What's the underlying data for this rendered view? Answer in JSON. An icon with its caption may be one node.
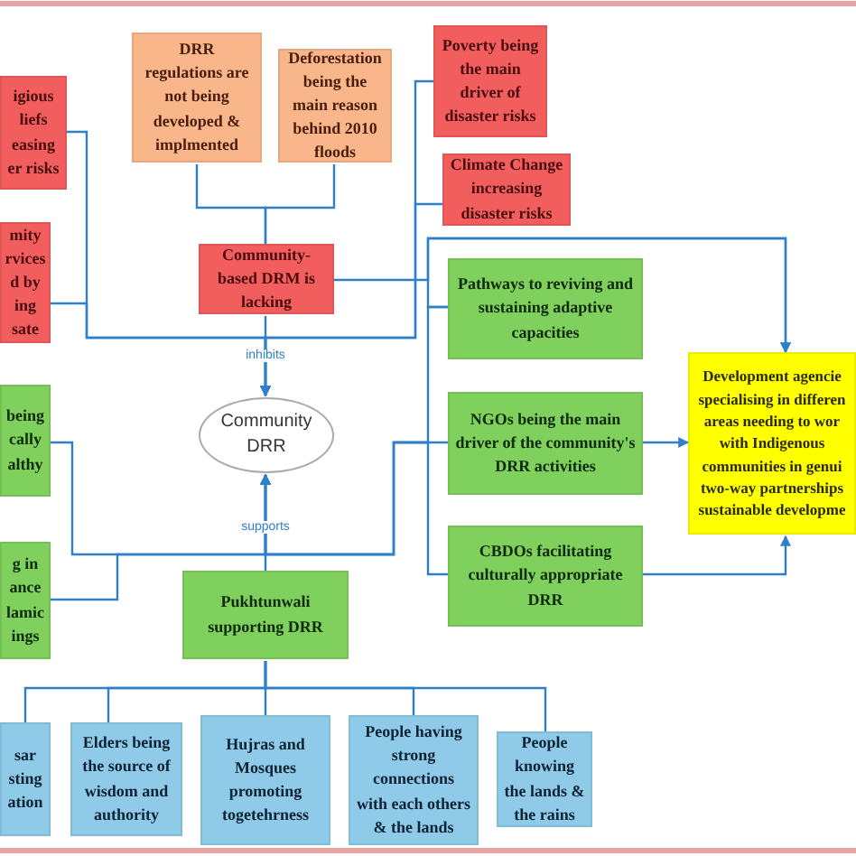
{
  "diagram": {
    "nodes": [
      {
        "text": [
          "igious liefs easing er risks"
        ]
      },
      {
        "text": [
          "DRR regulations are not being developed & implmented"
        ]
      },
      {
        "text": [
          "Deforestation being the main reason behind 2010 floods"
        ]
      },
      {
        "text": [
          "Poverty being the main driver of disaster risks"
        ]
      },
      {
        "text": [
          "mity rvices d by ing sate"
        ]
      },
      {
        "text": [
          "Climate Change increasing disaster risks"
        ]
      },
      {
        "text": [
          "Community-based DRM is lacking"
        ]
      },
      {
        "text": [
          "Pathways to reviving and sustaining adaptive capacities"
        ]
      },
      {
        "text": [
          "Community DRR"
        ]
      },
      {
        "text": [
          "being cally althy"
        ]
      },
      {
        "text": [
          "NGOs being the main driver of the community's DRR activities"
        ]
      },
      {
        "text": [
          "Development agencie specialising in differen areas needing to wor with Indigenous communities in genui two-way partnerships sustainable developme"
        ]
      },
      {
        "text": [
          "g in ance lamic ings"
        ]
      },
      {
        "text": [
          "CBDOs facilitating culturally appropriate DRR"
        ]
      },
      {
        "text": [
          "Pukhtunwali supporting DRR"
        ]
      },
      {
        "text": [
          "sar sting ation"
        ]
      },
      {
        "text": [
          "Elders being the source of wisdom and authority"
        ]
      },
      {
        "text": [
          "Hujras and Mosques promoting togetehrness"
        ]
      },
      {
        "text": [
          "People having strong connections with each others & the lands"
        ]
      },
      {
        "text": [
          "People knowing the lands & the rains"
        ]
      }
    ],
    "edges": [
      {
        "from": 0,
        "to": 8,
        "arrow": "to"
      },
      {
        "from": 4,
        "to": 8,
        "arrow": "to"
      },
      {
        "from": 1,
        "to": 6,
        "arrow": "none"
      },
      {
        "from": 2,
        "to": 6,
        "arrow": "none"
      },
      {
        "from": 6,
        "to": 8,
        "label": "inhibits",
        "arrow": "to"
      },
      {
        "from": 3,
        "to": 8,
        "arrow": "to"
      },
      {
        "from": 5,
        "to": 8,
        "arrow": "to"
      },
      {
        "from": 6,
        "to": 11,
        "arrow": "to"
      },
      {
        "from": 7,
        "to": 11,
        "arrow": "to"
      },
      {
        "from": 10,
        "to": 11,
        "arrow": "to"
      },
      {
        "from": 13,
        "to": 11,
        "arrow": "to"
      },
      {
        "from": 9,
        "to": 8,
        "arrow": "to"
      },
      {
        "from": 12,
        "to": 8,
        "arrow": "to"
      },
      {
        "from": 14,
        "to": 8,
        "label": "supports",
        "arrow": "to"
      },
      {
        "from": 10,
        "to": 8,
        "arrow": "to"
      },
      {
        "from": 13,
        "to": 8,
        "arrow": "to"
      },
      {
        "from": 7,
        "to": 8,
        "arrow": "to"
      },
      {
        "from": 14,
        "to": 15,
        "arrow": "none"
      },
      {
        "from": 14,
        "to": 16,
        "arrow": "none"
      },
      {
        "from": 14,
        "to": 17,
        "arrow": "none"
      },
      {
        "from": 14,
        "to": 18,
        "arrow": "none"
      },
      {
        "from": 14,
        "to": 19,
        "arrow": "none"
      }
    ]
  }
}
